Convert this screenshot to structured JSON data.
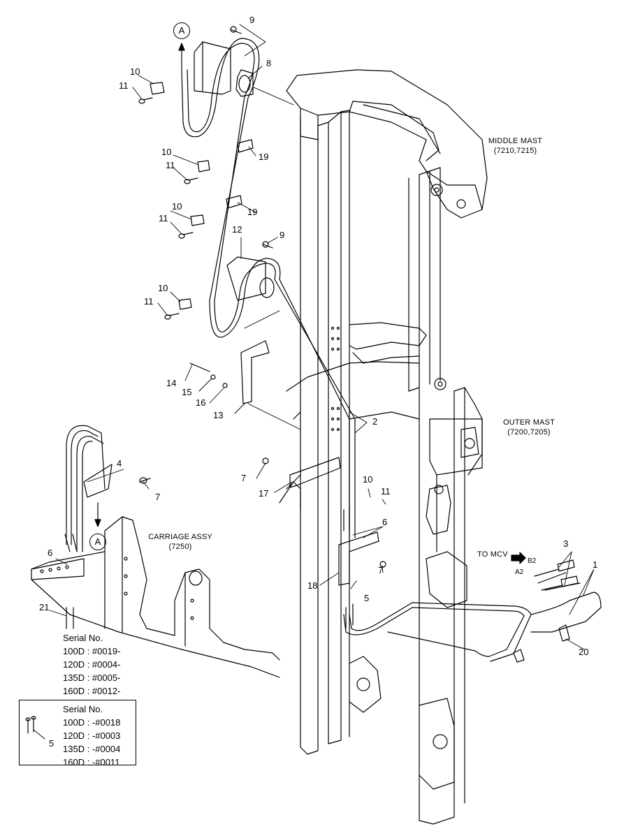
{
  "callouts": {
    "c1": "1",
    "c2": "2",
    "c3": "3",
    "c4": "4",
    "c5a": "5",
    "c5b": "5",
    "c6a": "6",
    "c6b": "6",
    "c7a": "7",
    "c7b": "7",
    "c7c": "7",
    "c8": "8",
    "c9a": "9",
    "c9b": "9",
    "c10a": "10",
    "c10b": "10",
    "c10c": "10",
    "c10d": "10",
    "c10e": "10",
    "c11a": "11",
    "c11b": "11",
    "c11c": "11",
    "c11d": "11",
    "c11e": "11",
    "c12": "12",
    "c13": "13",
    "c14": "14",
    "c15": "15",
    "c16": "16",
    "c17": "17",
    "c18": "18",
    "c19a": "19",
    "c19b": "19",
    "c20": "20",
    "c21": "21",
    "a2": "A2",
    "b2": "B2"
  },
  "view_marker": {
    "top": "A",
    "lower": "A"
  },
  "captions": {
    "middle_mast": "MIDDLE MAST",
    "middle_mast_code": "(7210,7215)",
    "outer_mast": "OUTER MAST",
    "outer_mast_code": "(7200,7205)",
    "carriage": "CARRIAGE ASSY",
    "carriage_code": "(7250)",
    "to_mcv": "TO MCV"
  },
  "serial_new": {
    "title": "Serial No.",
    "lines": [
      "100D : #0019-",
      "120D : #0004-",
      "135D : #0005-",
      "160D : #0012-"
    ]
  },
  "serial_old": {
    "title": "Serial No.",
    "lines": [
      "100D : -#0018",
      "120D : -#0003",
      "135D : -#0004",
      "160D : -#0011"
    ]
  }
}
